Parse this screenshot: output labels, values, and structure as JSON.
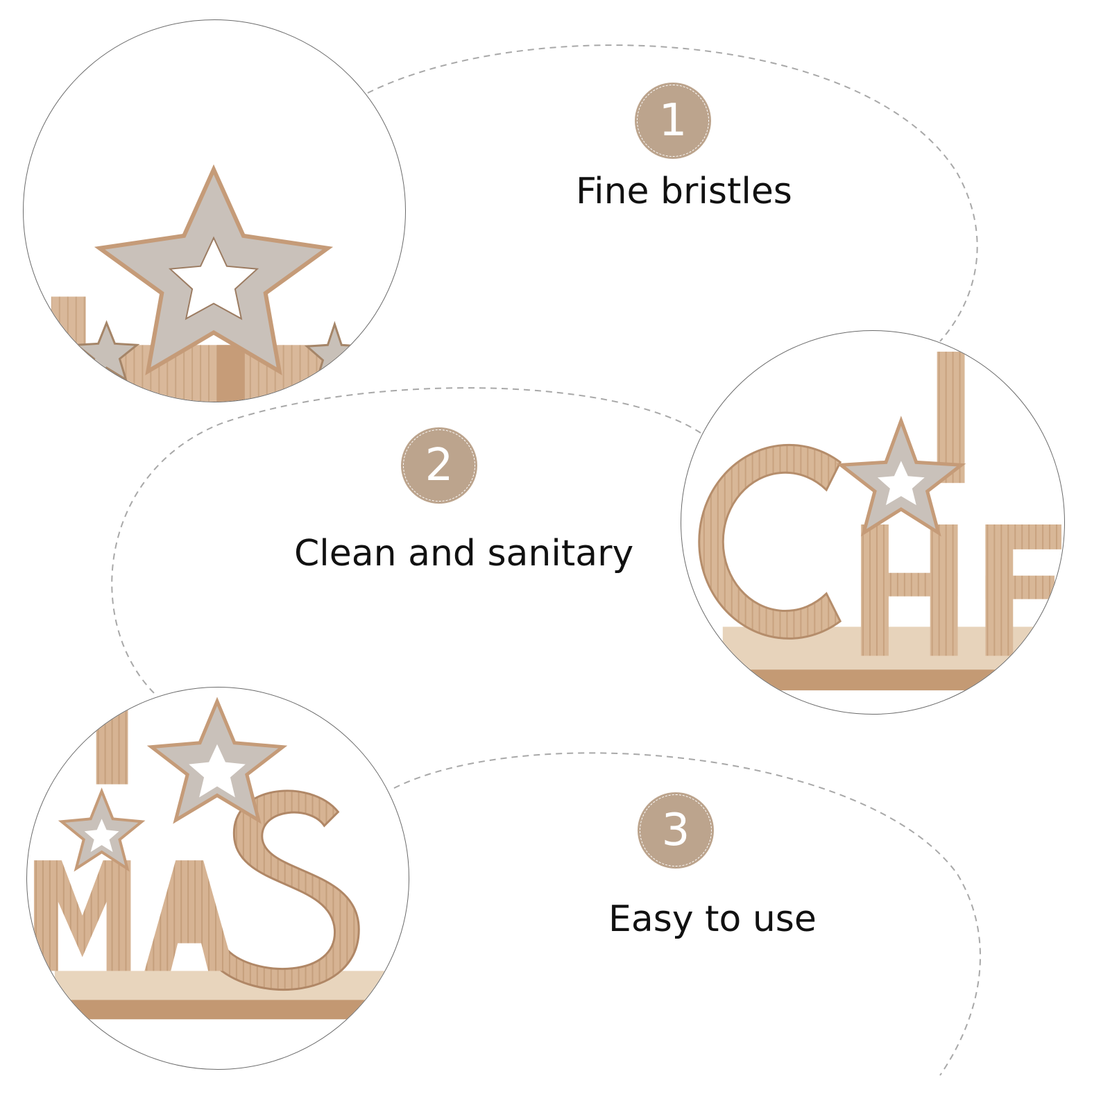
{
  "accent_color": "#bca48d",
  "line_color": "#a8a8a8",
  "features": [
    {
      "number": "1",
      "label": "Fine bristles"
    },
    {
      "number": "2",
      "label": "Clean and sanitary"
    },
    {
      "number": "3",
      "label": "Easy to use"
    }
  ],
  "photos": [
    {
      "subject": "glitter star wooden cutout closeup"
    },
    {
      "subject": "wooden C H letters with glitter star"
    },
    {
      "subject": "wooden M A S letters with glitter stars"
    }
  ]
}
